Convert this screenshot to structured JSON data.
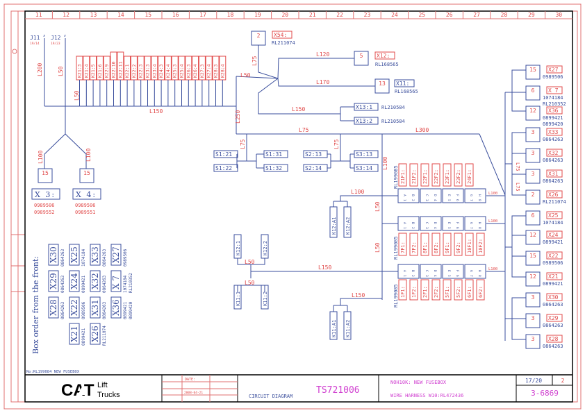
{
  "colors": {
    "wire": "#3a4e9c",
    "label_red": "#e04848",
    "frame_red": "#e07070",
    "magenta": "#d040d0",
    "black": "#000000"
  },
  "column_numbers": [
    "11",
    "12",
    "13",
    "14",
    "15",
    "16",
    "17",
    "18",
    "19",
    "20",
    "21",
    "22",
    "23",
    "24",
    "25",
    "26",
    "27",
    "28",
    "29",
    "30"
  ],
  "jumpers": [
    {
      "name": "J11",
      "ref": "19/14"
    },
    {
      "name": "J12",
      "ref": "19/23"
    }
  ],
  "top_relay_labels": [
    "K21:3",
    "K21:4",
    "K21:5",
    "K21:6",
    "K22:9",
    "K22:10",
    "K22:11",
    "K22:1",
    "K22:2",
    "K22:3",
    "K23:3",
    "K23:4",
    "K24:3",
    "K24:4",
    "K25:3",
    "K25:4",
    "K26:3",
    "K26:4",
    "K27:3",
    "K27:4",
    "K28:3",
    "K28:4"
  ],
  "wire_lengths": {
    "j11": "L200",
    "j12": "L50",
    "bus_top": "L150",
    "trunk": "L250",
    "to_x54": "L75",
    "branch": "L50",
    "x12": "L120",
    "x11": "L170",
    "x13": "L150",
    "main": "L75",
    "l300": "L300",
    "s1": "L75",
    "s2": "L75",
    "l100_fb": "L100",
    "k12a": "L100",
    "l50a": "L50",
    "l50b": "L50",
    "k12": "L50",
    "k11": "L50",
    "l150_k": "L150",
    "l150_k11a": "L150",
    "x3": "L100",
    "x4": "L100",
    "fb1": "L100",
    "fb2": "L100",
    "fb3": "L100",
    "right1": "L75",
    "right2": "L75"
  },
  "left_connectors": [
    {
      "pins": "15",
      "name": "X 3:",
      "parts": [
        "0989506",
        "0989552"
      ]
    },
    {
      "pins": "15",
      "name": "X 4:",
      "parts": [
        "0989506",
        "0989551"
      ]
    }
  ],
  "top_connectors": [
    {
      "pins": "2",
      "name": "X54:",
      "part": "RL211074"
    },
    {
      "pins": "5",
      "name": "X12:",
      "part": "RL168565"
    },
    {
      "pins": "13",
      "name": "X11:",
      "part": "RL168565"
    }
  ],
  "x13": [
    {
      "name": "X13:1",
      "part": "RL210584"
    },
    {
      "name": "X13:2",
      "part": "RL210584"
    }
  ],
  "switches": {
    "s1_left": [
      "S1:21",
      "S1:22"
    ],
    "s1_right": [
      "S1:31",
      "S1:32"
    ],
    "s2_left": [
      "S2:13",
      "S2:14"
    ],
    "s3_right": [
      "S3:13",
      "S3:14"
    ]
  },
  "relay_terms": {
    "k12_top": [
      "K12:A1",
      "K12:A2"
    ],
    "k12_left": [
      "K12:1",
      "K12:2"
    ],
    "k11_left": [
      "K11:1",
      "K11:2"
    ],
    "k11_bottom": [
      "K11:A1",
      "K11:A2"
    ]
  },
  "fuse_boxes": [
    {
      "part": "RL199085",
      "fuses": [
        "21F1:",
        "21F2:",
        "22F1:",
        "22F2:",
        "23F1:",
        "23F2:",
        "24F1:"
      ]
    },
    {
      "part": "RL199085",
      "fuses": [
        "7F1:",
        "7F2:",
        "8F1:",
        "8F2:",
        "9F1:",
        "9F2:",
        "10F1:",
        "10F2:"
      ]
    },
    {
      "part": "RL199085",
      "fuses": [
        "1F1:",
        "1F2:",
        "2F1:",
        "2F2:",
        "5F1:",
        "5F2:",
        "6F1:",
        "6F2:"
      ]
    }
  ],
  "fuse_pins_top": [
    "A",
    "B",
    "C",
    "D",
    "E",
    "F",
    "G",
    "H"
  ],
  "fuse_pins_bottom": [
    "1",
    "2",
    "3",
    "4",
    "5",
    "6",
    "7",
    "8"
  ],
  "right_connectors": [
    {
      "pins": "15",
      "name": "X27",
      "parts": [
        "0989506"
      ]
    },
    {
      "pins": "6",
      "name": "X 7",
      "parts": [
        "1074184",
        "RL210352"
      ]
    },
    {
      "pins": "12",
      "name": "X36",
      "parts": [
        "0899421",
        "0899420"
      ]
    },
    {
      "pins": "3",
      "name": "X33",
      "parts": [
        "0864263"
      ]
    },
    {
      "pins": "3",
      "name": "X32",
      "parts": [
        "0864263"
      ]
    },
    {
      "pins": "3",
      "name": "X31",
      "parts": [
        "0864263"
      ]
    },
    {
      "pins": "2",
      "name": "X26",
      "parts": [
        "RL211074"
      ]
    },
    {
      "pins": "6",
      "name": "X25",
      "parts": [
        "1074184"
      ]
    },
    {
      "pins": "12",
      "name": "X24",
      "parts": [
        "0899421"
      ]
    },
    {
      "pins": "15",
      "name": "X22",
      "parts": [
        "0989506"
      ]
    },
    {
      "pins": "12",
      "name": "X21",
      "parts": [
        "0899421"
      ]
    },
    {
      "pins": "3",
      "name": "X30",
      "parts": [
        "0864263"
      ]
    },
    {
      "pins": "3",
      "name": "X29",
      "parts": [
        "0864263"
      ]
    },
    {
      "pins": "3",
      "name": "X28",
      "parts": [
        "0864263"
      ]
    }
  ],
  "box_order": {
    "title": "Box order from the front:",
    "columns": [
      [
        {
          "name": "X30",
          "parts": [
            "0864263"
          ]
        },
        {
          "name": "X29",
          "parts": [
            "0864263"
          ]
        },
        {
          "name": "X28",
          "parts": [
            "0864263"
          ]
        }
      ],
      [
        {
          "name": "X25",
          "parts": [
            "1074184"
          ]
        },
        {
          "name": "X24",
          "parts": [
            "0899421"
          ]
        },
        {
          "name": "X22",
          "parts": [
            "0989506"
          ]
        },
        {
          "name": "X21",
          "parts": [
            "0899421"
          ]
        }
      ],
      [
        {
          "name": "X33",
          "parts": [
            "0864263"
          ]
        },
        {
          "name": "X32",
          "parts": [
            "0864263"
          ]
        },
        {
          "name": "X31",
          "parts": [
            "0864263"
          ]
        },
        {
          "name": "X26",
          "parts": [
            "RL211074"
          ]
        }
      ],
      [
        {
          "name": "X27",
          "parts": [
            "0989506"
          ]
        },
        {
          "name": "X 7",
          "parts": [
            "1074184",
            "RL210352"
          ]
        },
        {
          "name": "X36",
          "parts": [
            "0899421",
            "0899420"
          ]
        }
      ]
    ]
  },
  "footer_note": "No:RL199084 NEW FUSEBOX",
  "title_block": {
    "brand": "CAT",
    "brand_sub1": "Lift",
    "brand_sub2": "Trucks",
    "date_label": "DATE:",
    "date_value": "2008-04-21",
    "doc_type": "CIRCUIT DIAGRAM",
    "doc_number": "TS721006",
    "desc1": "NOH10K: NEW FUSEBOX",
    "desc2": "WIRE HARNESS W10:RL472436",
    "sheet": "17/20",
    "revision": "2",
    "drawing_no": "3-6869"
  }
}
